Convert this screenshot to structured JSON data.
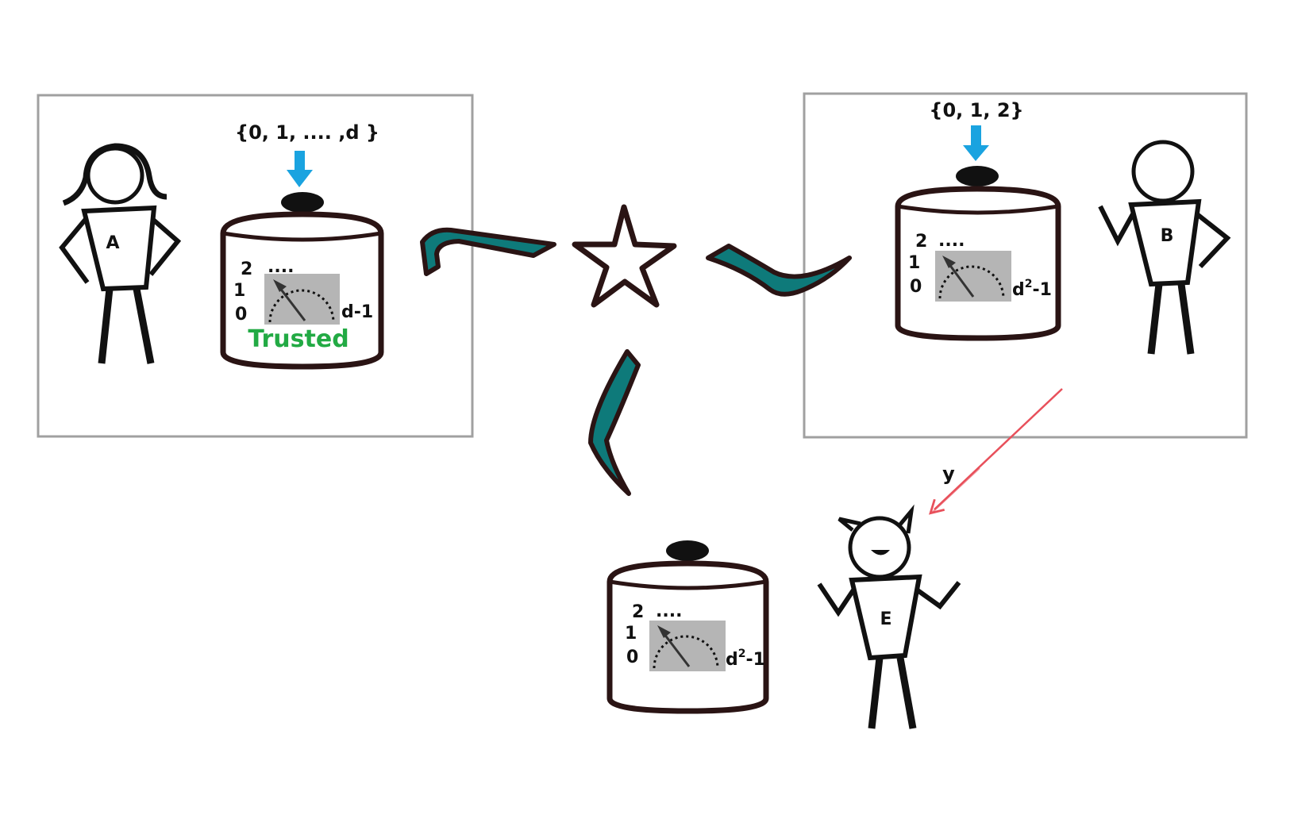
{
  "colors": {
    "box_border": "#a0a0a0",
    "device_outline": "#2a1414",
    "cable_fill": "#0e7a7a",
    "input_arrow": "#1aa3e0",
    "eavesdrop_arrow": "#e8505b",
    "gauge_bg": "#b5b5b5",
    "trusted_text": "#22aa44"
  },
  "alice": {
    "label": "A",
    "input_set": "{0, 1, .... ,d }",
    "device": {
      "tick_2": "2",
      "tick_1": "1",
      "tick_0": "0",
      "dots": "....",
      "max_base": "d",
      "max_suffix": "-1",
      "trusted": "Trusted"
    }
  },
  "bob": {
    "label": "B",
    "input_set": "{0, 1, 2}",
    "device": {
      "tick_2": "2",
      "tick_1": "1",
      "tick_0": "0",
      "dots": "....",
      "max_base": "d",
      "max_exp": "2",
      "max_suffix": "-1"
    }
  },
  "eve": {
    "label": "E",
    "received_label": "y",
    "device": {
      "tick_2": "2",
      "tick_1": "1",
      "tick_0": "0",
      "dots": "....",
      "max_base": "d",
      "max_exp": "2",
      "max_suffix": "-1"
    }
  },
  "source": {
    "icon": "star-icon"
  }
}
